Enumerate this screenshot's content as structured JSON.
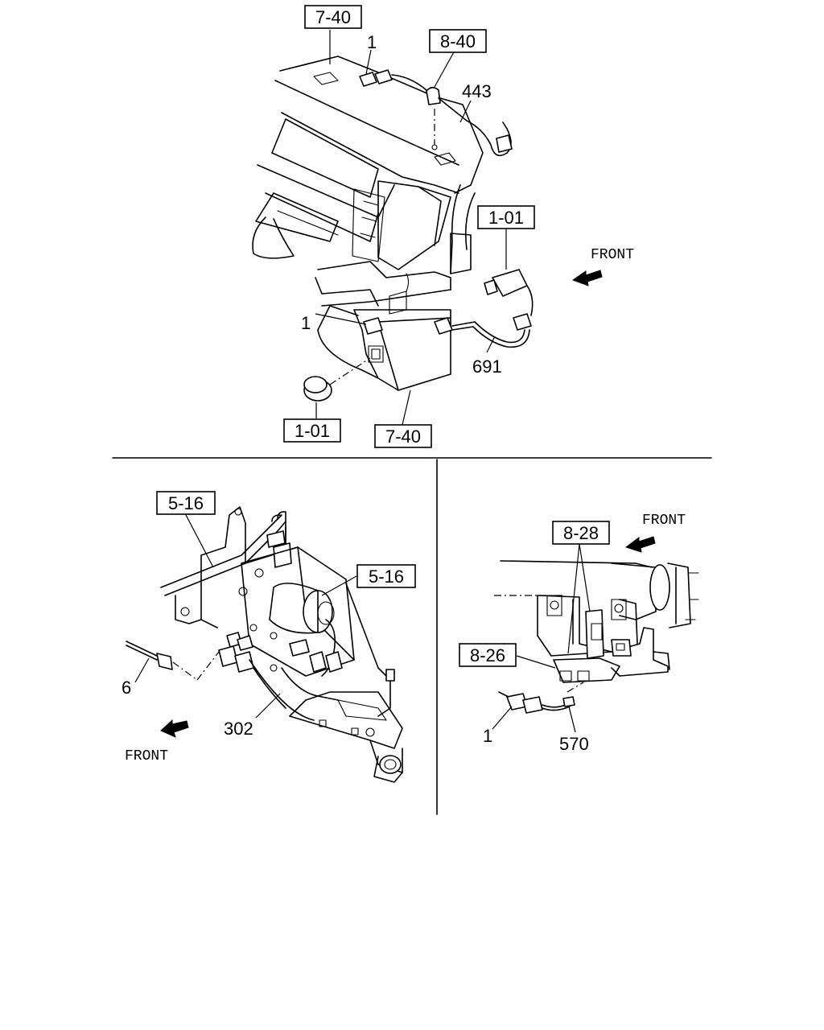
{
  "diagram": {
    "top_section": {
      "ref_boxes": [
        "7-40",
        "8-40",
        "1-01",
        "1-01",
        "7-40"
      ],
      "part_numbers": [
        "1",
        "443",
        "1",
        "691"
      ],
      "direction_label": "FRONT"
    },
    "bottom_left_section": {
      "ref_boxes": [
        "5-16",
        "5-16"
      ],
      "part_numbers": [
        "6",
        "302"
      ],
      "direction_label": "FRONT"
    },
    "bottom_right_section": {
      "ref_boxes": [
        "8-28",
        "8-26"
      ],
      "part_numbers": [
        "1",
        "570"
      ],
      "direction_label": "FRONT"
    }
  }
}
